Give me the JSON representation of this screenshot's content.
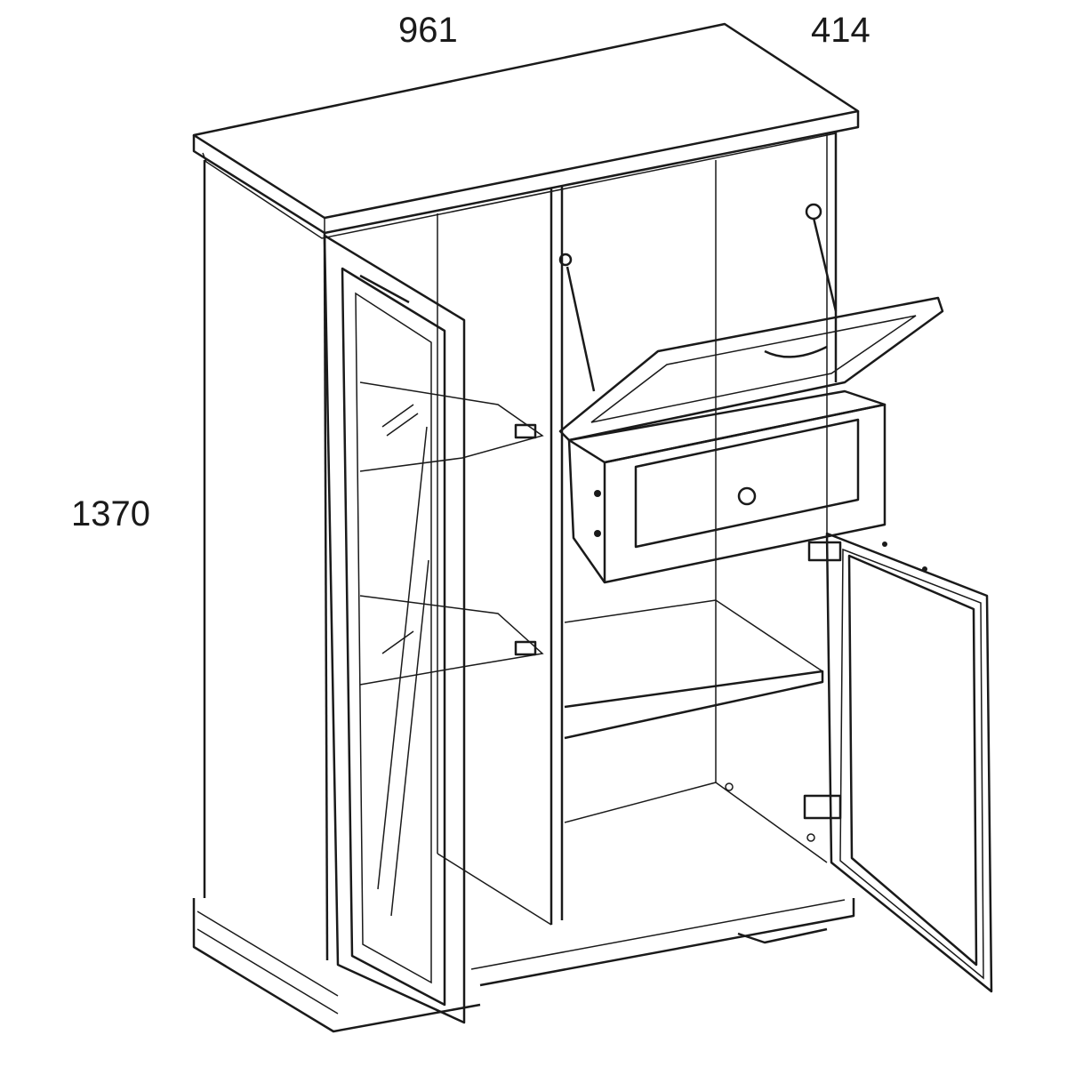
{
  "dimensions": {
    "width": "961",
    "depth": "414",
    "height": "1370"
  }
}
